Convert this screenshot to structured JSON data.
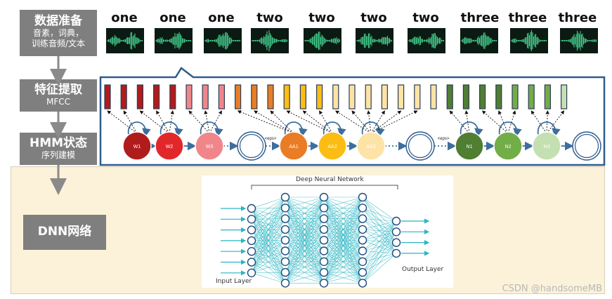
{
  "steps": {
    "data_prep": {
      "title": "数据准备",
      "subtitle1": "音素，词典，",
      "subtitle2": "训练音频/文本"
    },
    "feature": {
      "title": "特征提取",
      "subtitle": "MFCC"
    },
    "hmm": {
      "title": "HMM状态",
      "subtitle": "序列建模"
    },
    "dnn": {
      "title": "DNN网络"
    }
  },
  "words": [
    "one",
    "one",
    "one",
    "two",
    "two",
    "two",
    "two",
    "three",
    "three",
    "three"
  ],
  "states": [
    "W1",
    "W2",
    "W3",
    "AA1",
    "AA2",
    "AA3",
    "N1",
    "N2",
    "N3"
  ],
  "eps_label": "<eps>",
  "colors": {
    "step_box": "#7f7f7f",
    "w1": "#b01c1c",
    "w2": "#e2272b",
    "w3": "#f0868a",
    "aa1": "#e97c25",
    "aa2": "#fbbd13",
    "aa3": "#fde3a5",
    "n1": "#507e32",
    "n2": "#72ad47",
    "n3": "#c4e0b2",
    "hmm_border": "#2e5c8f",
    "nn_node": "#1d4a7a",
    "nn_edge": "#2ab5c2",
    "dnn_panel": "#fbf2d9"
  },
  "network": {
    "title": "Deep Neural Network",
    "input_label": "Input Layer",
    "output_label": "Output Layer",
    "layer_sizes": [
      7,
      9,
      9,
      9,
      4
    ]
  },
  "watermark": "CSDN @handsomeMB"
}
